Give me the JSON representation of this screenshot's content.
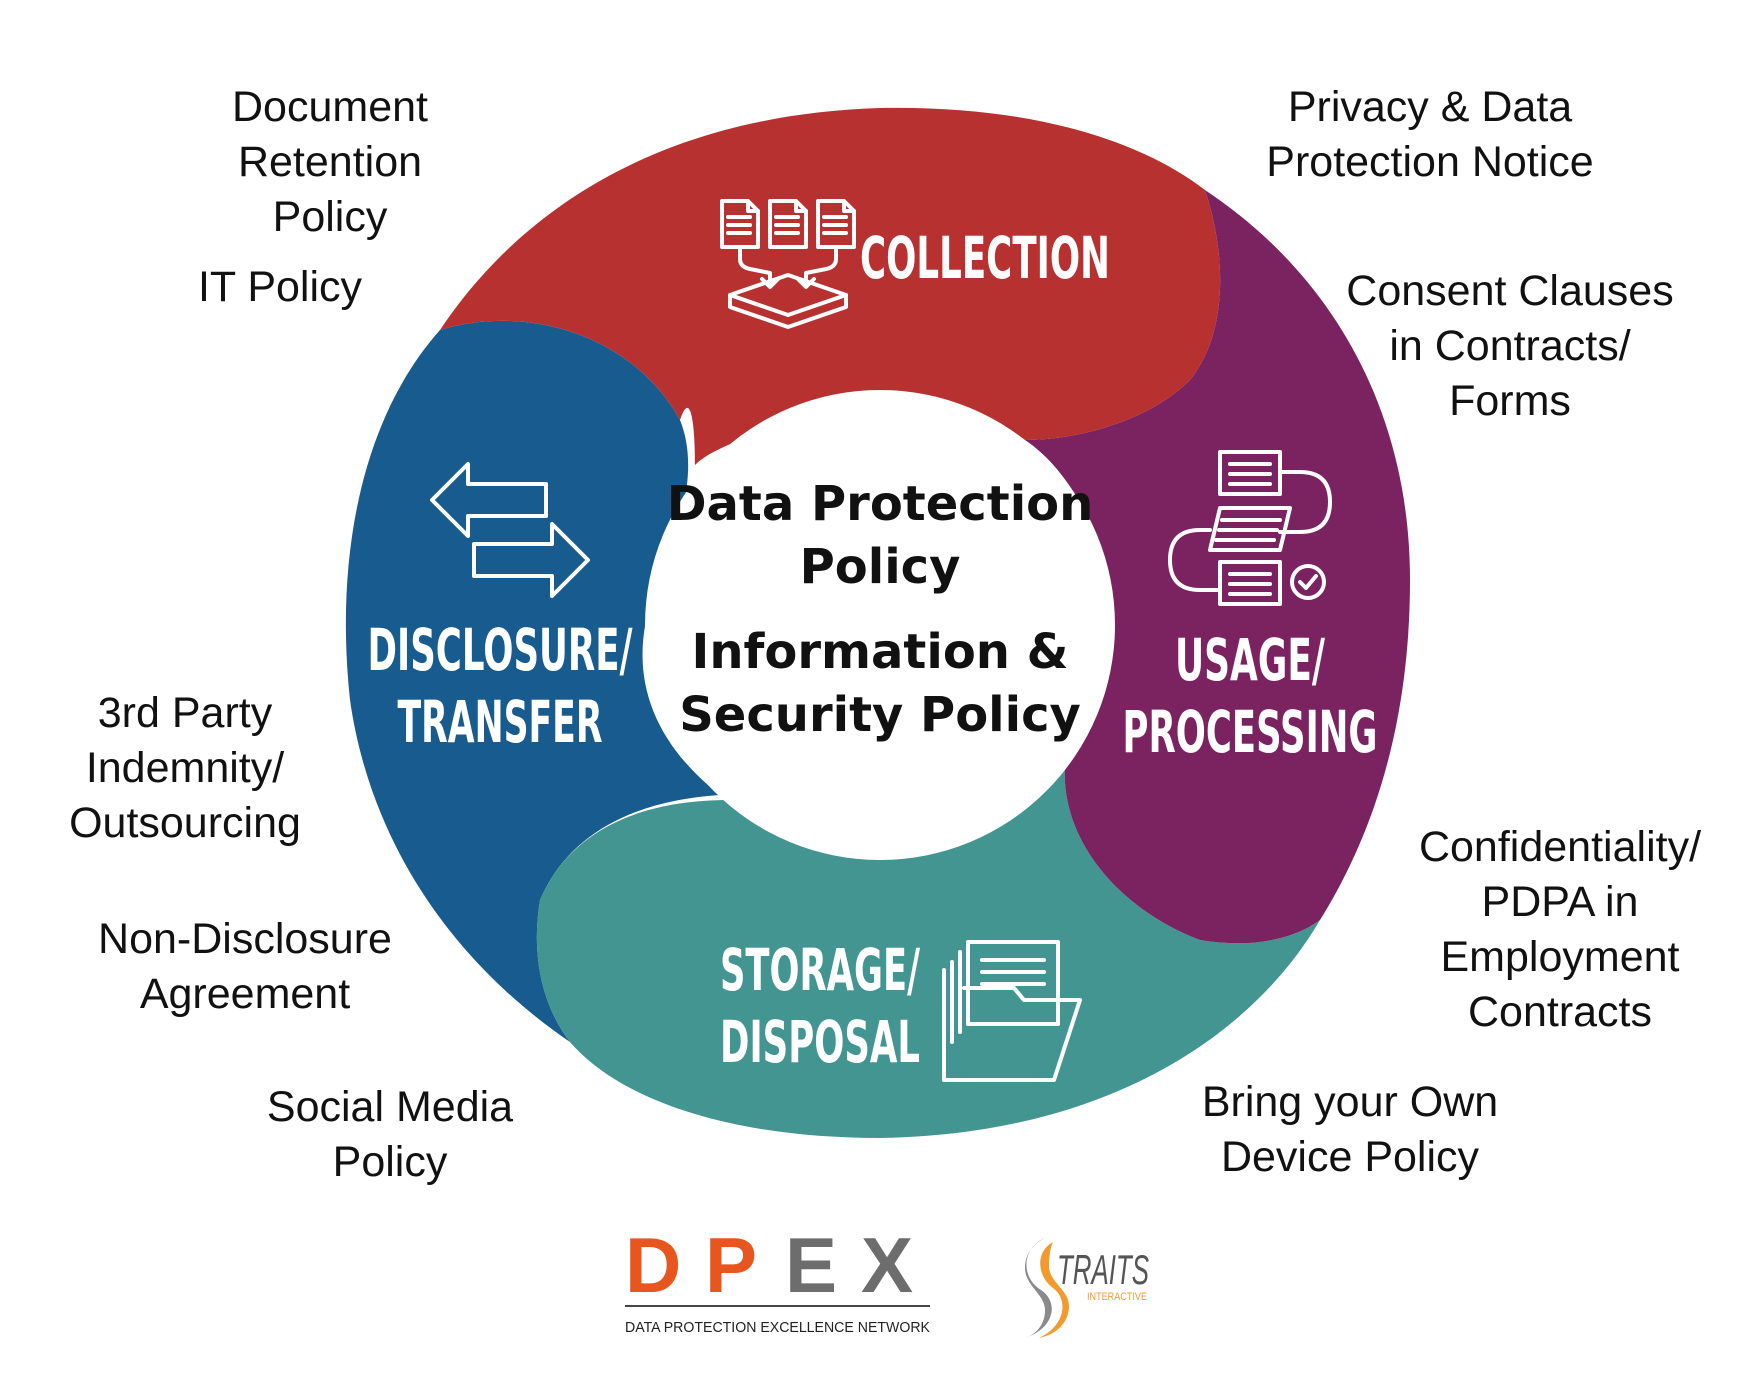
{
  "center": {
    "line1": "Data Protection",
    "line2": "Policy",
    "line3": "Information &",
    "line4": "Security Policy"
  },
  "segments": {
    "collection": {
      "label": "COLLECTION",
      "color": "#b83131",
      "icon": "documents-into-tray-icon"
    },
    "usage": {
      "label1": "USAGE/",
      "label2": "PROCESSING",
      "color": "#7b2260",
      "icon": "workflow-documents-check-icon"
    },
    "storage": {
      "label1": "STORAGE/",
      "label2": "DISPOSAL",
      "color": "#429591",
      "icon": "folder-files-icon"
    },
    "disclosure": {
      "label1": "DISCLOSURE/",
      "label2": "TRANSFER",
      "color": "#175b8f",
      "icon": "transfer-arrows-icon"
    }
  },
  "notes": {
    "retention": [
      "Document",
      "Retention",
      "Policy"
    ],
    "it": [
      "IT Policy"
    ],
    "privacy": [
      "Privacy & Data",
      "Protection Notice"
    ],
    "consent": [
      "Consent Clauses",
      "in Contracts/",
      "Forms"
    ],
    "confidentiality": [
      "Confidentiality/",
      "PDPA in",
      "Employment",
      "Contracts"
    ],
    "byod": [
      "Bring your Own",
      "Device Policy"
    ],
    "third_party": [
      "3rd Party",
      "Indemnity/",
      "Outsourcing"
    ],
    "nda": [
      "Non-Disclosure",
      "Agreement"
    ],
    "social": [
      "Social Media",
      "Policy"
    ]
  },
  "logos": {
    "dpex_letters": [
      "D",
      "P",
      "E",
      "X"
    ],
    "dpex_colors": [
      "#e8561f",
      "#e8561f",
      "#6d6d6d",
      "#6d6d6d"
    ],
    "dpex_tagline": "DATA PROTECTION EXCELLENCE NETWORK",
    "straits_word": "TRAITS",
    "straits_sub": "INTERACTIVE"
  }
}
